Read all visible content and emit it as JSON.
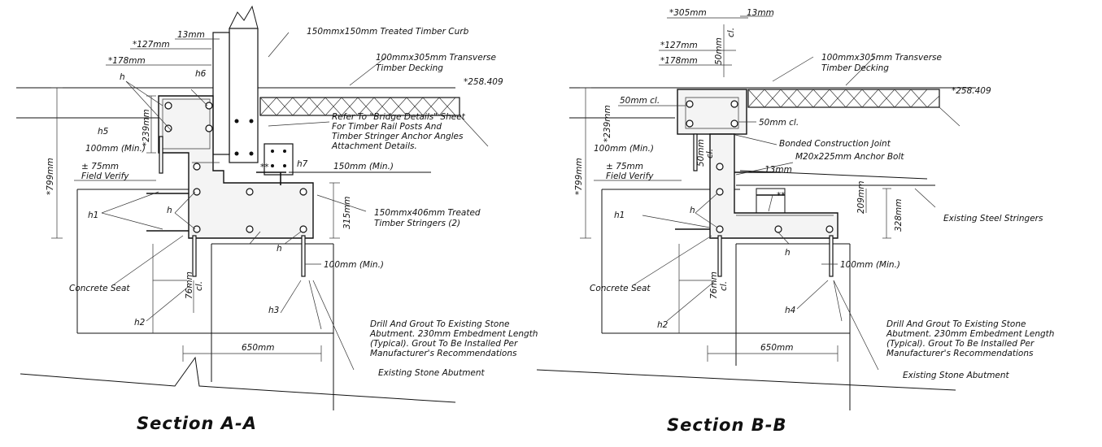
{
  "sectionA": {
    "title": "Section A-A",
    "labels": {
      "curb": "150mmx150mm Treated Timber Curb",
      "decking": [
        "100mmx305mm Transverse",
        "Timber Decking"
      ],
      "elevation": "*258.409",
      "refer": [
        "Refer To \"Bridge Details\" Sheet",
        "For Timber Rail Posts And",
        "Timber Stringer Anchor Angles",
        "Attachment Details."
      ],
      "stringers": [
        "150mmx406mm Treated",
        "Timber Stringers (2)"
      ],
      "concreteSeat": "Concrete Seat",
      "drill": [
        "Drill And Grout To Existing Stone",
        "Abutment. 230mm Embedment Length",
        "(Typical). Grout To Be Installed Per",
        "Manufacturer's Recommendations"
      ],
      "abutment": "Existing Stone Abutment",
      "fieldVerify": "Field Verify",
      "min100a": "100mm (Min.)",
      "min150": "150mm (Min.)",
      "min100b": "100mm (Min.)",
      "stars": "**"
    },
    "dims": {
      "d13": "13mm",
      "d127": "*127mm",
      "d178": "*178mm",
      "d239": "*239mm",
      "d799": "*799mm",
      "d75": "± 75mm",
      "d315": "315mm",
      "d76": "76mm",
      "cl": "cl.",
      "d650": "650mm"
    },
    "marks": {
      "h": "h",
      "h1": "h1",
      "h2": "h2",
      "h3": "h3",
      "h5": "h5",
      "h6": "h6",
      "h7": "h7"
    }
  },
  "sectionB": {
    "title": "Section B-B",
    "labels": {
      "decking": [
        "100mmx305mm Transverse",
        "Timber Decking"
      ],
      "elevation": "*258.409",
      "bonded": "Bonded Construction Joint",
      "anchor": "M20x225mm Anchor Bolt",
      "steel": "Existing Steel Stringers",
      "concreteSeat": "Concrete Seat",
      "drill": [
        "Drill And Grout To Existing Stone",
        "Abutment. 230mm Embedment Length",
        "(Typical). Grout To Be Installed Per",
        "Manufacturer's Recommendations"
      ],
      "abutment": "Existing Stone Abutment",
      "fieldVerify": "Field Verify",
      "min100a": "100mm (Min.)",
      "min100b": "100mm (Min.)",
      "stars": "**"
    },
    "dims": {
      "d305": "*305mm",
      "d13": "13mm",
      "d127": "*127mm",
      "d178": "*178mm",
      "d50v": "50mm",
      "clv": "cl.",
      "d50cl1": "50mm cl.",
      "d50cl2": "50mm cl.",
      "d239": "*239mm",
      "d799": "*799mm",
      "d75": "± 75mm",
      "d50b": "50mm",
      "clb": "cl.",
      "d13b": "13mm",
      "d209": "209mm",
      "d328": "328mm",
      "d76": "76mm",
      "cl": "cl.",
      "d650": "650mm"
    },
    "marks": {
      "h": "h",
      "h1": "h1",
      "h2": "h2",
      "h4": "h4"
    }
  },
  "colors": {
    "ink": "#111111",
    "concrete": "#f4f4f4",
    "paper": "#ffffff"
  }
}
